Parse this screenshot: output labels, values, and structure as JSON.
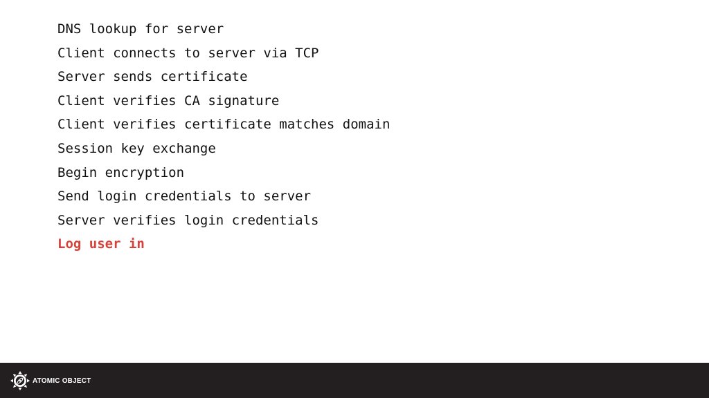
{
  "steps": [
    {
      "label": "DNS lookup for server",
      "highlight": false
    },
    {
      "label": "Client connects to server via TCP",
      "highlight": false
    },
    {
      "label": "Server sends certificate",
      "highlight": false
    },
    {
      "label": "Client verifies CA signature",
      "highlight": false
    },
    {
      "label": "Client verifies certificate matches domain",
      "highlight": false
    },
    {
      "label": "Session key exchange",
      "highlight": false
    },
    {
      "label": "Begin encryption",
      "highlight": false
    },
    {
      "label": "Send login credentials to server",
      "highlight": false
    },
    {
      "label": "Server verifies login credentials",
      "highlight": false
    },
    {
      "label": "Log user in",
      "highlight": true
    }
  ],
  "footer": {
    "brand": "ATOMIC OBJECT",
    "logo_icon": "atom-gear-icon",
    "background_color": "#231f20",
    "text_color": "#ffffff"
  },
  "colors": {
    "text": "#111111",
    "highlight": "#d8413a",
    "background": "#ffffff"
  }
}
